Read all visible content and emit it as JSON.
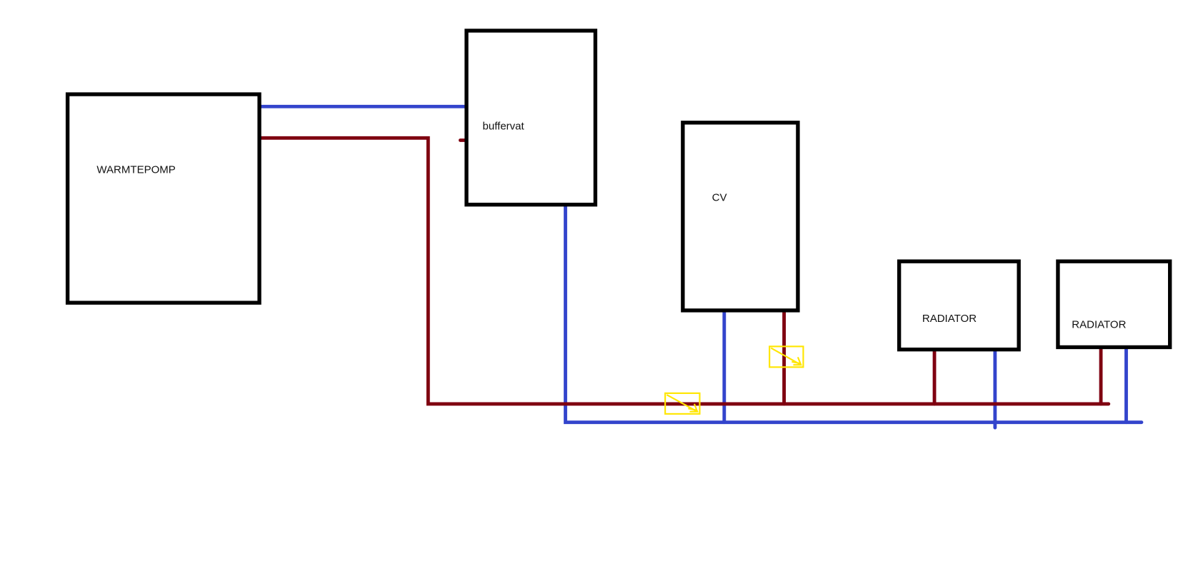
{
  "components": {
    "heat_pump": {
      "label": "WARMTEPOMP"
    },
    "buffer_tank": {
      "label": "buffervat"
    },
    "boiler": {
      "label": "CV"
    },
    "radiator_1": {
      "label": "RADIATOR"
    },
    "radiator_2": {
      "label": "RADIATOR"
    }
  },
  "colors": {
    "supply_pipe": "#7f0010",
    "return_pipe": "#3344cc",
    "valve": "#ffe600",
    "outline": "#000000"
  },
  "icons": [
    "valve-icon",
    "valve-icon"
  ]
}
